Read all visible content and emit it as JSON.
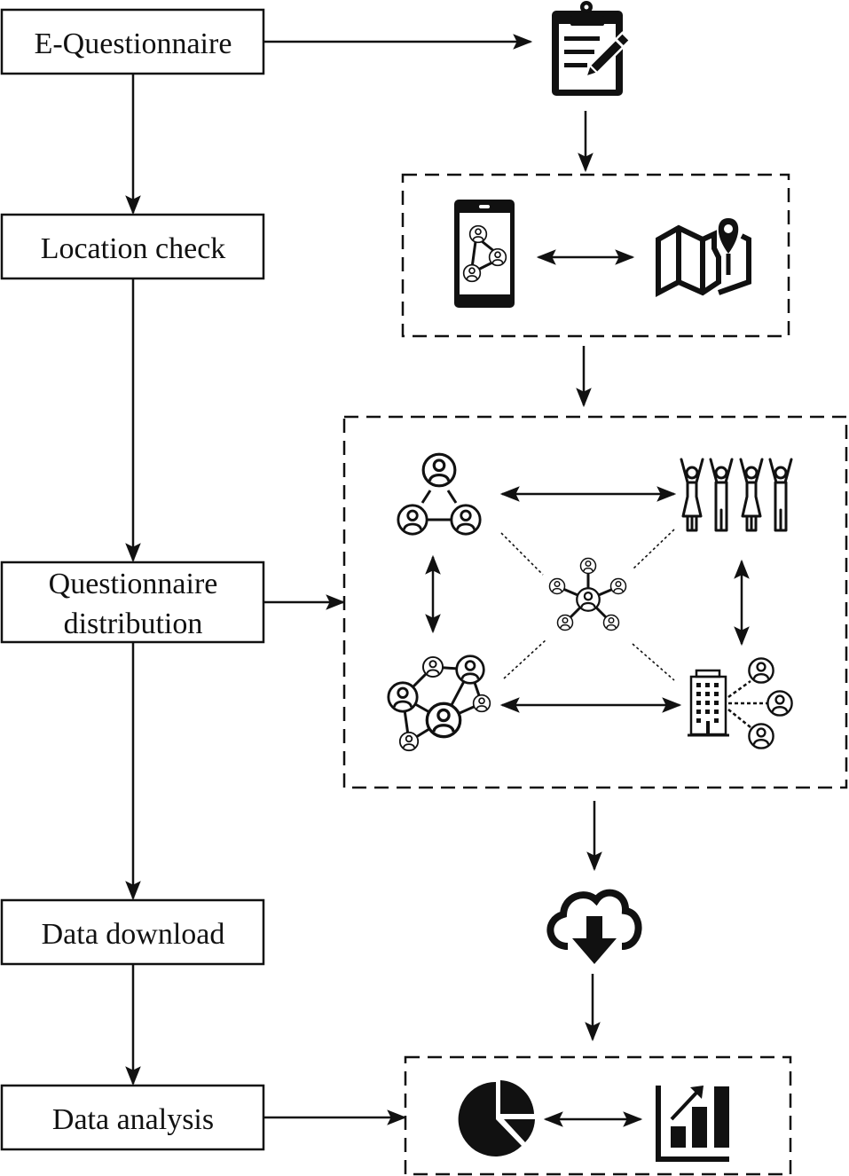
{
  "diagram": {
    "steps": [
      {
        "id": "e-questionnaire",
        "label_lines": [
          "E-Questionnaire"
        ]
      },
      {
        "id": "location-check",
        "label_lines": [
          "Location check"
        ]
      },
      {
        "id": "questionnaire-distribution",
        "label_lines": [
          "Questionnaire",
          "distribution"
        ]
      },
      {
        "id": "data-download",
        "label_lines": [
          "Data download"
        ]
      },
      {
        "id": "data-analysis",
        "label_lines": [
          "Data analysis"
        ]
      }
    ],
    "icons": {
      "questionnaire": "clipboard-pencil-icon",
      "location": [
        "smartphone-network-icon",
        "map-pin-icon"
      ],
      "distribution": [
        "user-triangle-network-icon",
        "crowd-cheering-icon",
        "hub-network-icon",
        "user-mesh-network-icon",
        "building-contacts-icon"
      ],
      "download": "cloud-download-icon",
      "analysis": [
        "pie-chart-icon",
        "bar-chart-growth-icon"
      ]
    },
    "colors": {
      "ink": "#111111",
      "background": "#ffffff"
    }
  }
}
